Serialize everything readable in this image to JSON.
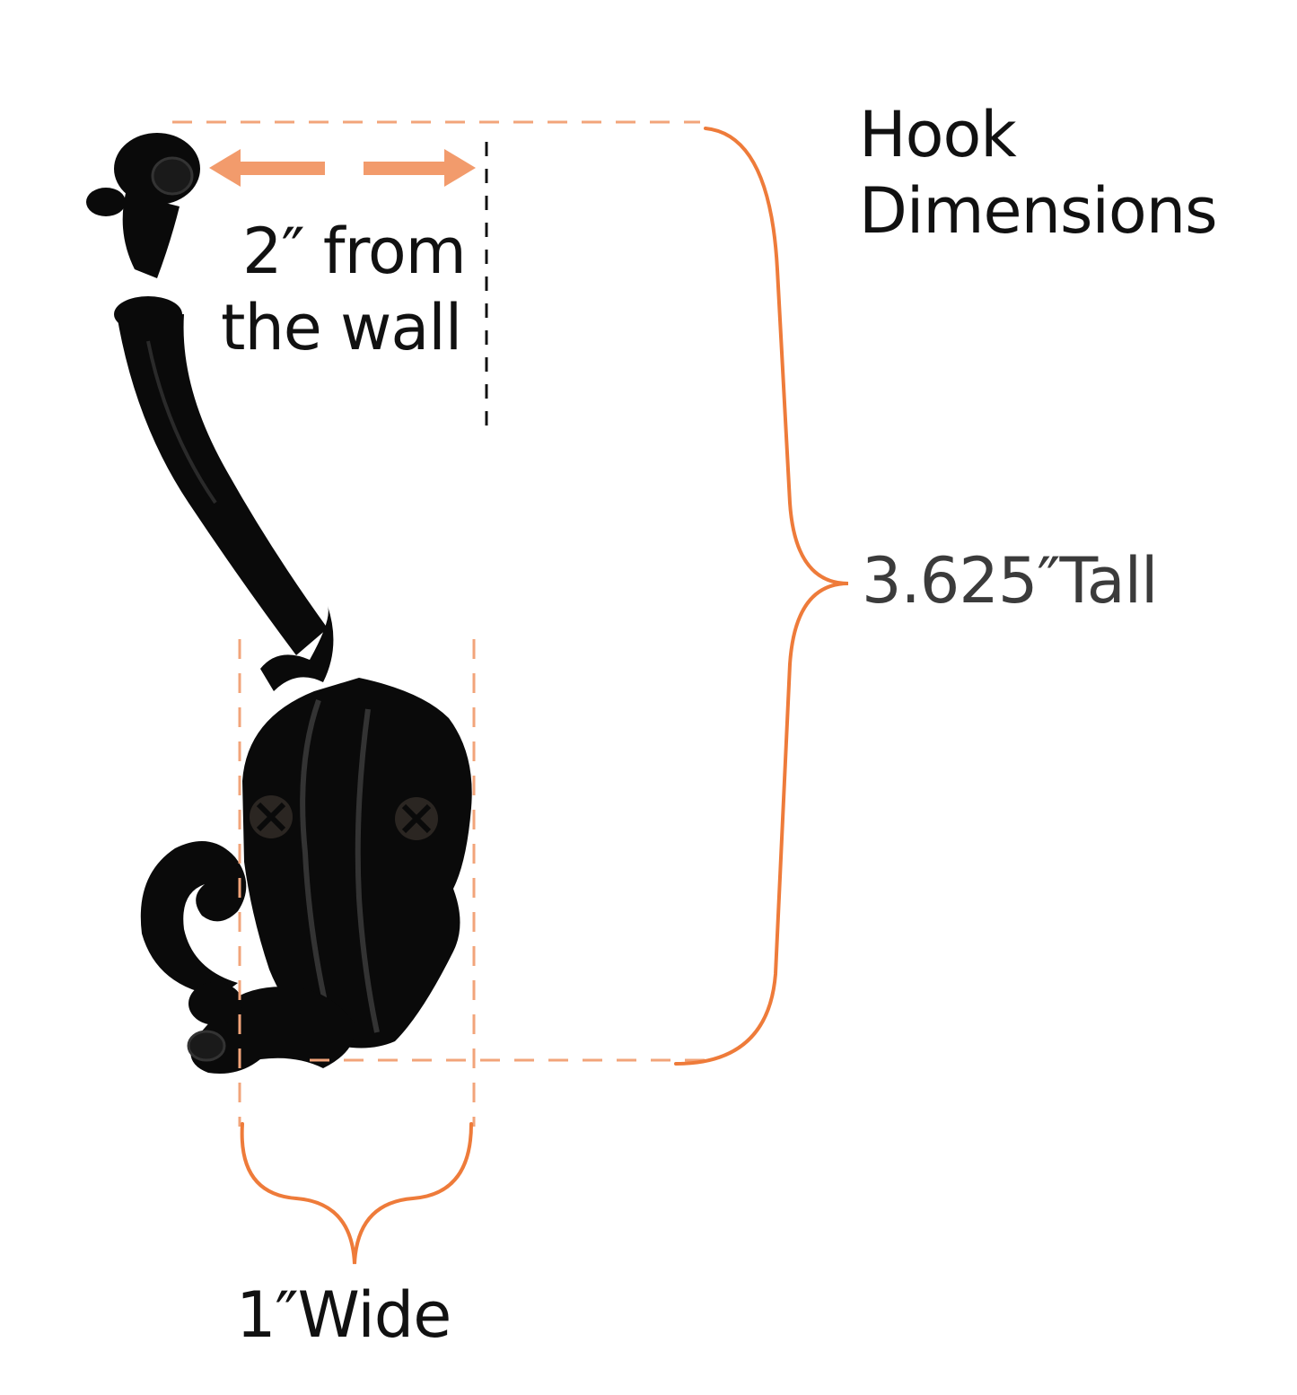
{
  "title": {
    "line1": "Hook",
    "line2": "Dimensions"
  },
  "depth": {
    "line1": "2″ from",
    "line2": "the wall"
  },
  "height": {
    "label": "3.625″Tall"
  },
  "width": {
    "label": "1″Wide"
  },
  "colors": {
    "dimension_orange": "#ee7b3a",
    "dashed_orange": "#f2a47a",
    "hook_black": "#0a0a0a",
    "background": "#ffffff"
  },
  "icons": {
    "product": "coat-hook-icon"
  }
}
